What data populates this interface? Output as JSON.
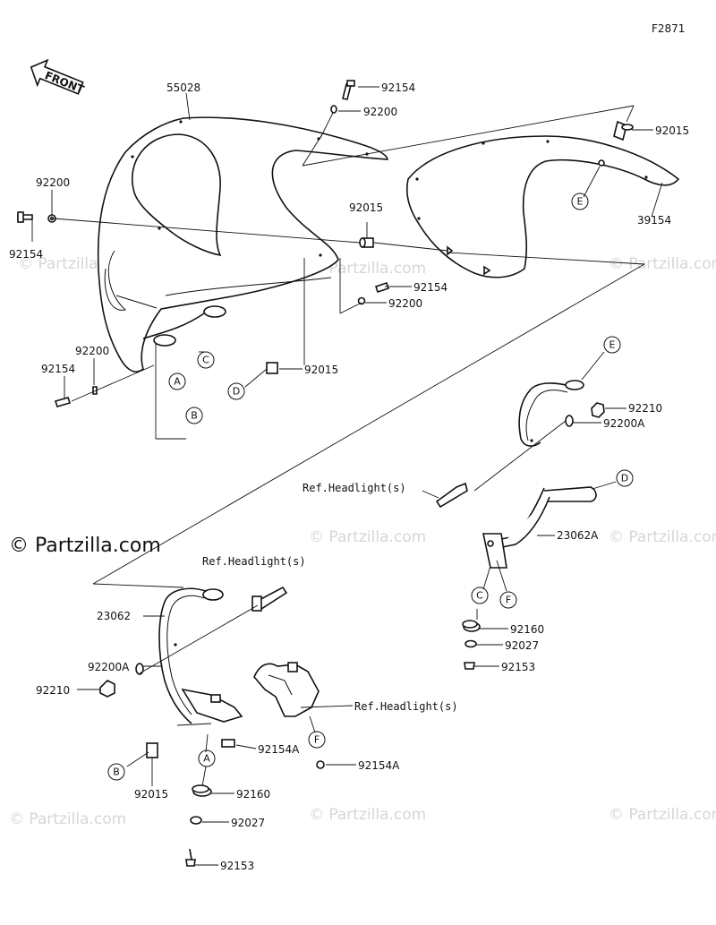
{
  "figure_code": "F2871",
  "front_marker": "FRONT",
  "copyright": "© Partzilla.com",
  "watermark": "© Partzilla.com",
  "part_labels": {
    "p55028": "55028",
    "p92154_top": "92154",
    "p92200_top": "92200",
    "p92015_tr": "92015",
    "p39154": "39154",
    "p92200_left": "92200",
    "p92154_left": "92154",
    "p92015_mid": "92015",
    "p92154_mid": "92154",
    "p92200_mid": "92200",
    "p92200_low": "92200",
    "p92154_low": "92154",
    "p92015_low": "92015",
    "p92210_r": "92210",
    "p92200A_r": "92200A",
    "p23062A": "23062A",
    "p92160_r": "92160",
    "p92027_r": "92027",
    "p92153_r": "92153",
    "p23062": "23062",
    "p92200A_l": "92200A",
    "p92210_l": "92210",
    "p92154A_1": "92154A",
    "p92154A_2": "92154A",
    "p92015_bl": "92015",
    "p92160_l": "92160",
    "p92027_l": "92027",
    "p92153_l": "92153"
  },
  "refs": {
    "ref1": "Ref.Headlight(s)",
    "ref2": "Ref.Headlight(s)",
    "ref3": "Ref.Headlight(s)"
  },
  "callouts": {
    "A1": "A",
    "B1": "B",
    "C1": "C",
    "D1": "D",
    "E1": "E",
    "E2": "E",
    "D2": "D",
    "C2": "C",
    "F1": "F",
    "A2": "A",
    "B2": "B",
    "F2": "F"
  }
}
